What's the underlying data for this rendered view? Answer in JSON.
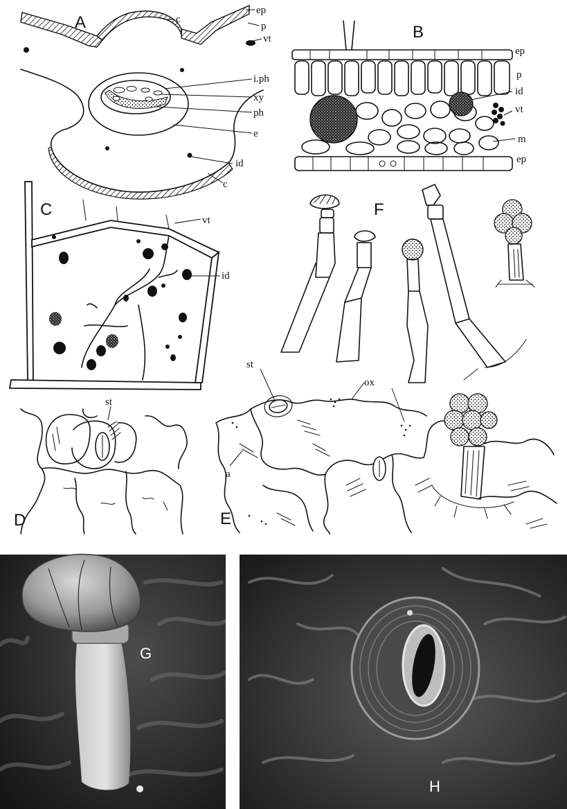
{
  "figure": {
    "panels": {
      "A": {
        "letter": "A",
        "labels": {
          "c_top": "c",
          "ep": "ep",
          "p": "p",
          "vt": "vt",
          "i_ph": "i.ph",
          "xy": "xy",
          "ph": "ph",
          "e": "e",
          "id": "id",
          "c_bottom": "c"
        }
      },
      "B": {
        "letter": "B",
        "labels": {
          "ep_top": "ep",
          "p": "p",
          "id": "id",
          "vt": "vt",
          "m": "m",
          "ep_bottom": "ep"
        }
      },
      "C": {
        "letter": "C",
        "labels": {
          "vt": "vt",
          "id": "id"
        }
      },
      "D": {
        "letter": "D",
        "labels": {
          "st": "st"
        }
      },
      "E": {
        "letter": "E",
        "labels": {
          "st": "st",
          "ox": "ox",
          "a": "a"
        }
      },
      "F": {
        "letter": "F"
      },
      "G": {
        "letter": "G"
      },
      "H": {
        "letter": "H"
      }
    },
    "colors": {
      "ink": "#111111",
      "photo_dark": "#1f1f1f",
      "photo_mid": "#6a6a6a",
      "photo_light": "#cfcfcf"
    }
  }
}
